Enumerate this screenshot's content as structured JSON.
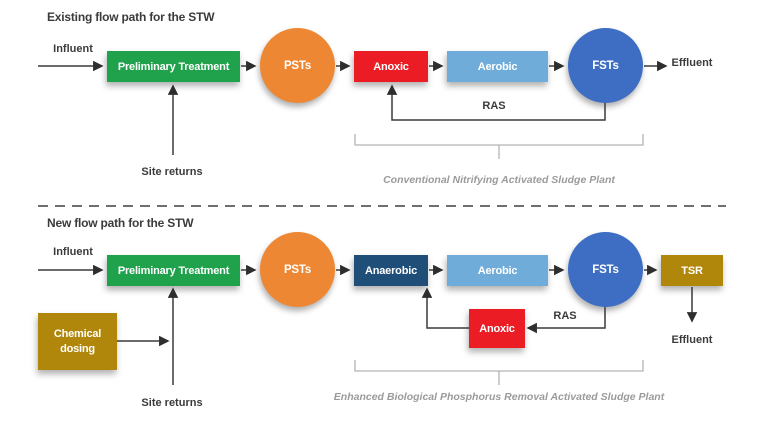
{
  "colors": {
    "green": "#1fa24b",
    "orange": "#ed8733",
    "red": "#ec1c24",
    "light_blue": "#6facd9",
    "royal_blue": "#3e6ec4",
    "navy": "#1f4e79",
    "gold": "#b1870b",
    "text_dark": "#3b3b3b",
    "bracket_gray": "#9b9b9b"
  },
  "existing": {
    "title": "Existing flow path for the STW",
    "labels": {
      "influent": "Influent",
      "effluent": "Effluent",
      "site_returns": "Site returns",
      "ras": "RAS"
    },
    "nodes": {
      "prelim": "Preliminary Treatment",
      "psts": "PSTs",
      "anoxic": "Anoxic",
      "aerobic": "Aerobic",
      "fsts": "FSTs"
    },
    "bracket_label": "Conventional Nitrifying Activated Sludge Plant"
  },
  "new": {
    "title": "New flow path for the STW",
    "labels": {
      "influent": "Influent",
      "effluent": "Effluent",
      "site_returns": "Site returns",
      "ras": "RAS"
    },
    "nodes": {
      "prelim": "Preliminary Treatment",
      "psts": "PSTs",
      "anaerobic": "Anaerobic",
      "aerobic": "Aerobic",
      "fsts": "FSTs",
      "tsr": "TSR",
      "anoxic": "Anoxic",
      "chemical_dosing": "Chemical dosing"
    },
    "bracket_label": "Enhanced Biological Phosphorus Removal Activated Sludge Plant"
  }
}
